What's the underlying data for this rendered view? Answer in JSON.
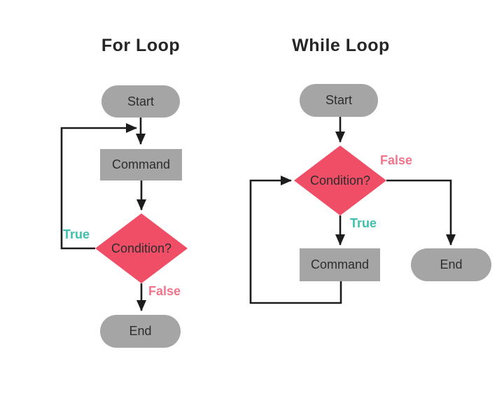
{
  "colors": {
    "node_gray": "#a5a5a5",
    "diamond_pink": "#ef4e66",
    "true_label": "#3ec0af",
    "false_label": "#f1748b",
    "line": "#1c1c1c",
    "title_text": "#262626",
    "node_text": "#2d2d2d",
    "background": "#ffffff"
  },
  "diagrams": [
    {
      "title": "For Loop",
      "nodes": {
        "start": "Start",
        "command": "Command",
        "condition": "Condition?",
        "end": "End"
      },
      "labels": {
        "true": "True",
        "false": "False"
      }
    },
    {
      "title": "While Loop",
      "nodes": {
        "start": "Start",
        "command": "Command",
        "condition": "Condition?",
        "end": "End"
      },
      "labels": {
        "true": "True",
        "false": "False"
      }
    }
  ]
}
